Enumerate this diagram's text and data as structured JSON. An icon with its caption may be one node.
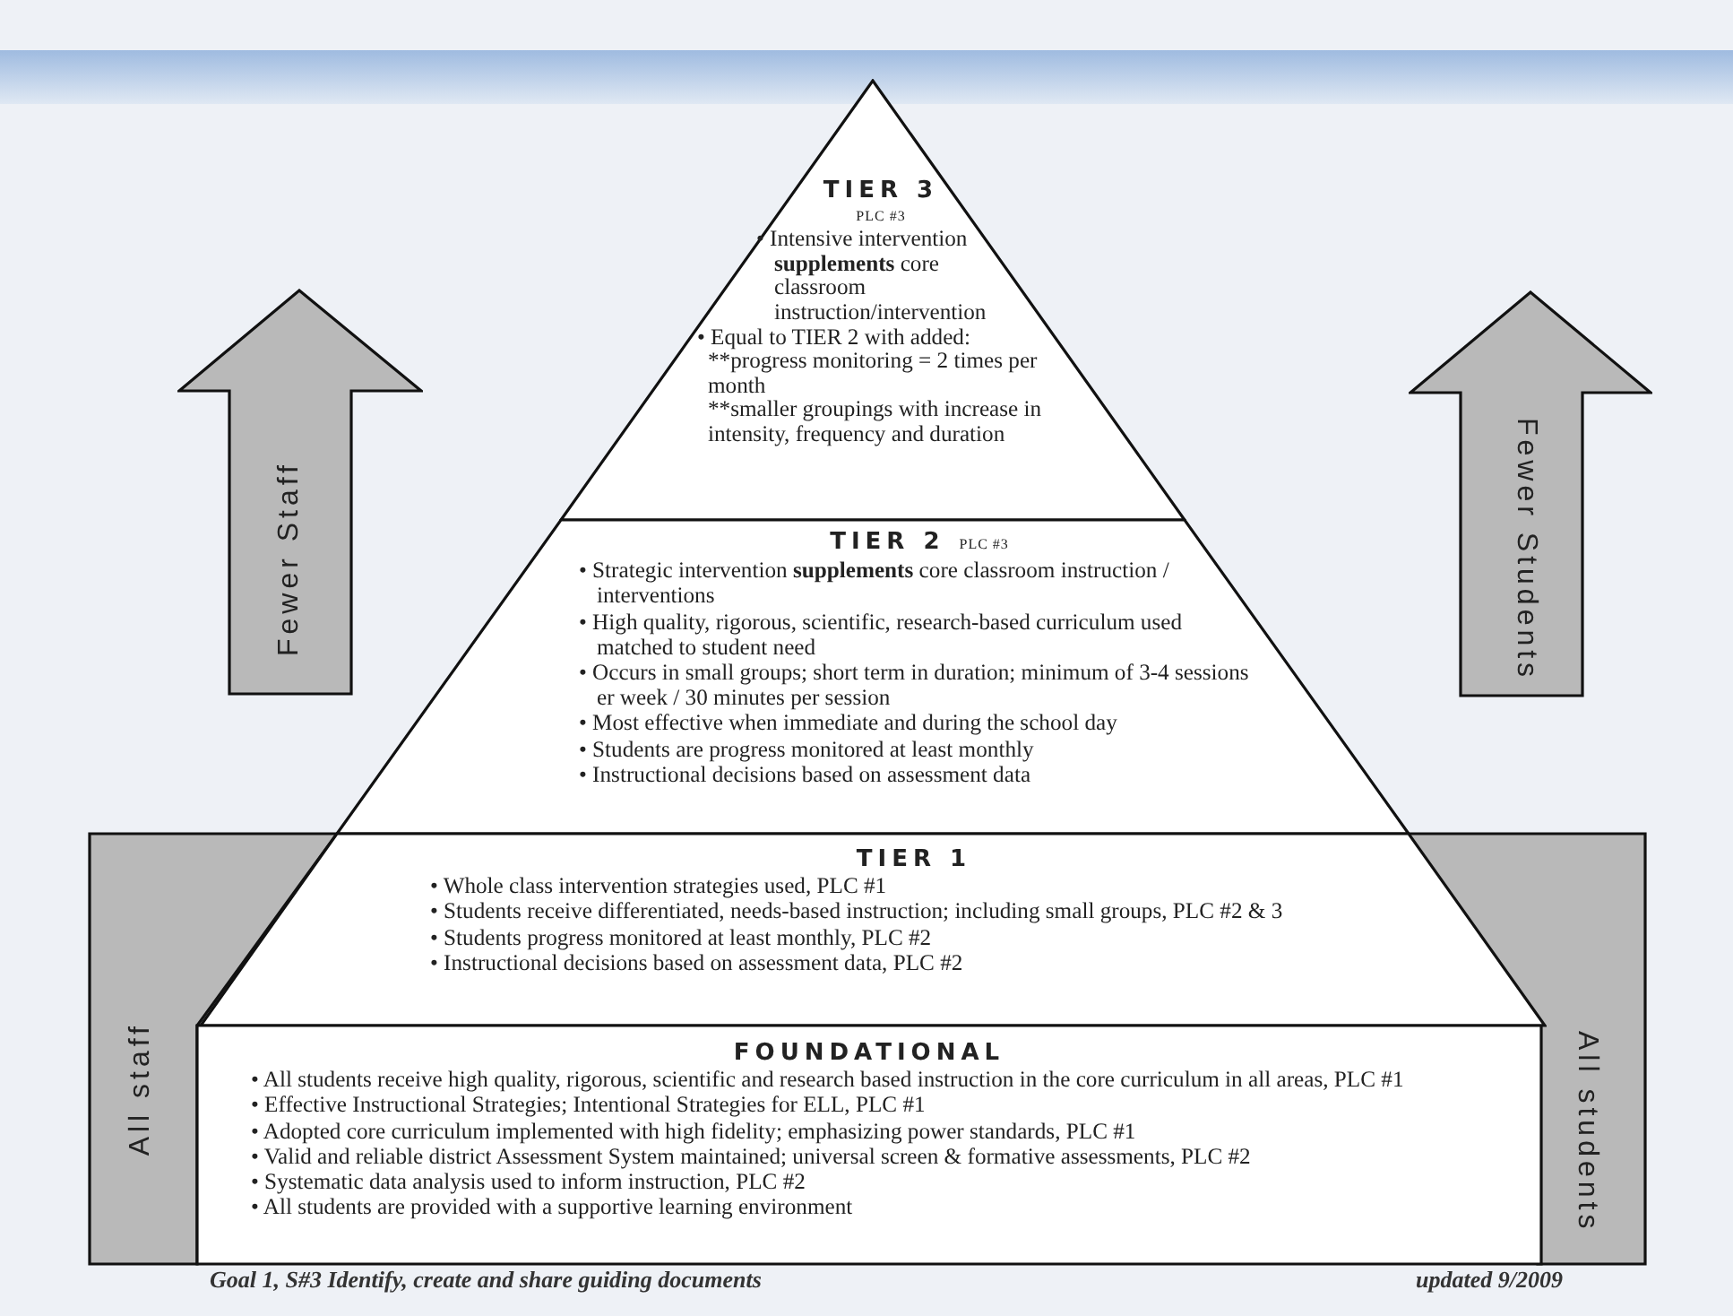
{
  "diagram": {
    "nodes": [
      {
        "text": [
          "TIER 3",
          "PLC #3",
          "• Intensive intervention **supplements** core classroom instruction/intervention",
          "• Equal to TIER 2 with added:",
          "**progress monitoring = 2 times per month",
          "**smaller groupings with increase in intensity, frequency and duration"
        ]
      },
      {
        "text": [
          "TIER 2",
          "PLC #3",
          "• Strategic intervention **supplements** core classroom instruction / interventions",
          "• High quality, rigorous, scientific, research-based curriculum used matched to student need",
          "• Occurs in small groups; short term in duration; minimum of 3-4 sessions er week / 30 minutes per session",
          "• Most effective when immediate and during the school day",
          "• Students are progress monitored at least monthly",
          "• Instructional decisions based on assessment data"
        ]
      },
      {
        "text": [
          "TIER 1",
          "• Whole class intervention strategies used, PLC #1",
          "• Students receive differentiated, needs-based instruction; including small groups, PLC #2 & 3",
          "• Students progress monitored at least monthly, PLC #2",
          "• Instructional decisions based on assessment data, PLC #2"
        ]
      },
      {
        "text": [
          "FOUNDATIONAL",
          "• All students receive high quality, rigorous, scientific and research based instruction in the core curriculum in all areas, PLC #1",
          "• Effective Instructional Strategies; Intentional Strategies for ELL, PLC #1",
          "• Adopted core curriculum implemented with high fidelity; emphasizing power standards, PLC #1",
          "• Valid and reliable district Assessment System maintained; universal screen & formative assessments, PLC #2",
          "• Systematic data analysis used to inform instruction, PLC #2",
          "• All students are provided with a supportive learning environment"
        ]
      },
      {
        "text": [
          "Fewer Staff"
        ]
      },
      {
        "text": [
          "Fewer Students"
        ]
      },
      {
        "text": [
          "All staff"
        ]
      },
      {
        "text": [
          "All students"
        ]
      }
    ],
    "edges": [],
    "labels": [
      "Goal 1, S#3 Identify, create and share guiding documents",
      "updated 9/2009"
    ]
  }
}
